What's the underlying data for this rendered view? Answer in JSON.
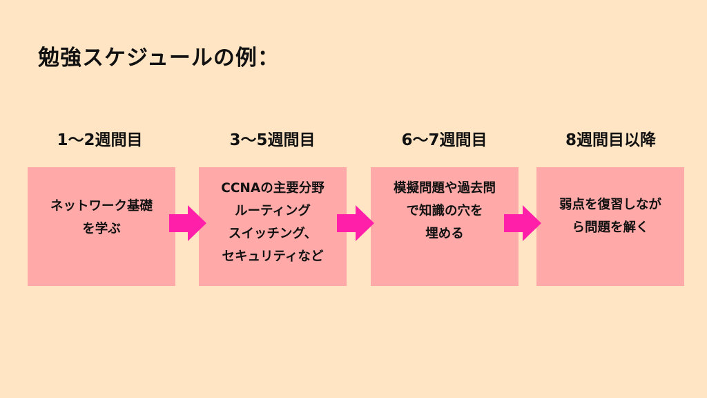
{
  "title": "勉強スケジュールの例：",
  "colors": {
    "background": "#ffe5c4",
    "box_fill": "#ffaaa9",
    "arrow": "#ff1fa8",
    "text": "#111111"
  },
  "steps": [
    {
      "period": "1〜2週間目",
      "description": "ネットワーク基礎\nを学ぶ"
    },
    {
      "period": "3〜5週間目",
      "description": "CCNAの主要分野\nルーティング\nスイッチング、\nセキュリティなど"
    },
    {
      "period": "6〜7週間目",
      "description": "模擬問題や過去問\nで知識の穴を\n埋める"
    },
    {
      "period": "8週間目以降",
      "description": "弱点を復習しなが\nら問題を解く"
    }
  ],
  "arrows": [
    {
      "from": 0,
      "to": 1,
      "icon": "right-arrow-icon"
    },
    {
      "from": 1,
      "to": 2,
      "icon": "right-arrow-icon"
    },
    {
      "from": 2,
      "to": 3,
      "icon": "right-arrow-icon"
    }
  ]
}
